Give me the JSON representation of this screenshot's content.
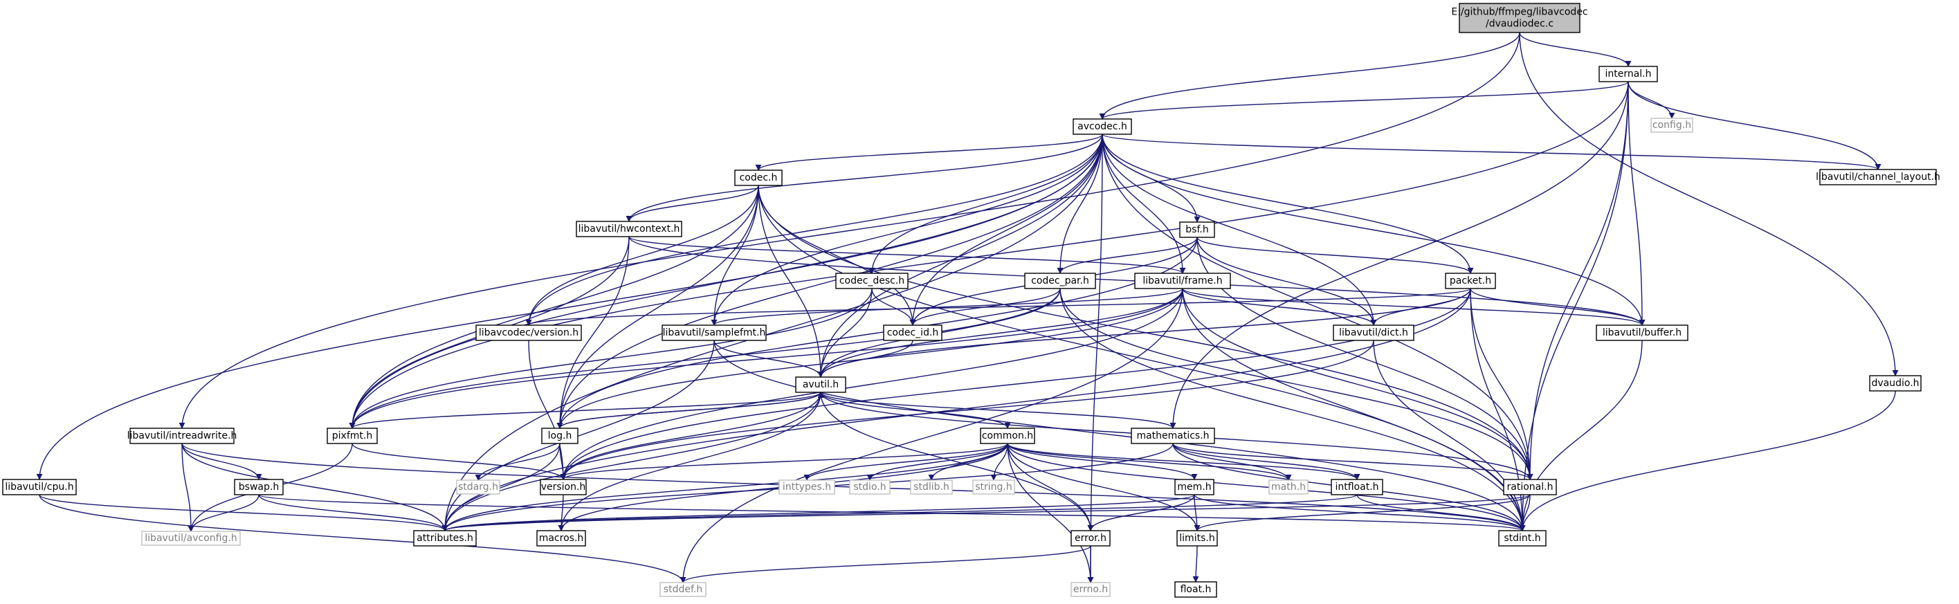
{
  "graph": {
    "type": "include-dependency-graph",
    "colors": {
      "edge": "#191970",
      "node_border": "#000000",
      "system_border": "#bfbfbf",
      "root_fill": "#bfbfbf",
      "system_text": "#7f7f7f"
    },
    "nodes": [
      {
        "id": "root",
        "label": "E:/github/ffmpeg/libavcodec\n/dvaudiodec.c",
        "kind": "root"
      },
      {
        "id": "internal",
        "label": "internal.h",
        "kind": "header"
      },
      {
        "id": "config",
        "label": "config.h",
        "kind": "system"
      },
      {
        "id": "avcodec",
        "label": "avcodec.h",
        "kind": "header"
      },
      {
        "id": "channel_layout",
        "label": "libavutil/channel_layout.h",
        "kind": "header"
      },
      {
        "id": "codec",
        "label": "codec.h",
        "kind": "header"
      },
      {
        "id": "hwcontext",
        "label": "libavutil/hwcontext.h",
        "kind": "header"
      },
      {
        "id": "bsf",
        "label": "bsf.h",
        "kind": "header"
      },
      {
        "id": "codec_desc",
        "label": "codec_desc.h",
        "kind": "header"
      },
      {
        "id": "codec_par",
        "label": "codec_par.h",
        "kind": "header"
      },
      {
        "id": "frame",
        "label": "libavutil/frame.h",
        "kind": "header"
      },
      {
        "id": "packet",
        "label": "packet.h",
        "kind": "header"
      },
      {
        "id": "lavc_version",
        "label": "libavcodec/version.h",
        "kind": "header"
      },
      {
        "id": "samplefmt",
        "label": "libavutil/samplefmt.h",
        "kind": "header"
      },
      {
        "id": "codec_id",
        "label": "codec_id.h",
        "kind": "header"
      },
      {
        "id": "dict",
        "label": "libavutil/dict.h",
        "kind": "header"
      },
      {
        "id": "buffer",
        "label": "libavutil/buffer.h",
        "kind": "header"
      },
      {
        "id": "dvaudio",
        "label": "dvaudio.h",
        "kind": "header"
      },
      {
        "id": "avutil",
        "label": "avutil.h",
        "kind": "header"
      },
      {
        "id": "intreadwrite",
        "label": "libavutil/intreadwrite.h",
        "kind": "header"
      },
      {
        "id": "pixfmt",
        "label": "pixfmt.h",
        "kind": "header"
      },
      {
        "id": "log",
        "label": "log.h",
        "kind": "header"
      },
      {
        "id": "common",
        "label": "common.h",
        "kind": "header"
      },
      {
        "id": "mathematics",
        "label": "mathematics.h",
        "kind": "header"
      },
      {
        "id": "cpu",
        "label": "libavutil/cpu.h",
        "kind": "header"
      },
      {
        "id": "bswap",
        "label": "bswap.h",
        "kind": "header"
      },
      {
        "id": "stdarg",
        "label": "stdarg.h",
        "kind": "system"
      },
      {
        "id": "version",
        "label": "version.h",
        "kind": "header"
      },
      {
        "id": "inttypes",
        "label": "inttypes.h",
        "kind": "system"
      },
      {
        "id": "stdio",
        "label": "stdio.h",
        "kind": "system"
      },
      {
        "id": "stdlib",
        "label": "stdlib.h",
        "kind": "system"
      },
      {
        "id": "string",
        "label": "string.h",
        "kind": "system"
      },
      {
        "id": "mem",
        "label": "mem.h",
        "kind": "header"
      },
      {
        "id": "math",
        "label": "math.h",
        "kind": "system"
      },
      {
        "id": "intfloat",
        "label": "intfloat.h",
        "kind": "header"
      },
      {
        "id": "rational",
        "label": "rational.h",
        "kind": "header"
      },
      {
        "id": "avconfig",
        "label": "libavutil/avconfig.h",
        "kind": "system"
      },
      {
        "id": "attributes",
        "label": "attributes.h",
        "kind": "header"
      },
      {
        "id": "macros",
        "label": "macros.h",
        "kind": "header"
      },
      {
        "id": "error",
        "label": "error.h",
        "kind": "header"
      },
      {
        "id": "limits",
        "label": "limits.h",
        "kind": "header"
      },
      {
        "id": "stdint",
        "label": "stdint.h",
        "kind": "header"
      },
      {
        "id": "stddef",
        "label": "stddef.h",
        "kind": "system"
      },
      {
        "id": "errno",
        "label": "errno.h",
        "kind": "system"
      },
      {
        "id": "float",
        "label": "float.h",
        "kind": "header"
      }
    ],
    "edges": [
      [
        "root",
        "internal"
      ],
      [
        "root",
        "avcodec"
      ],
      [
        "root",
        "dvaudio"
      ],
      [
        "root",
        "intreadwrite"
      ],
      [
        "internal",
        "config"
      ],
      [
        "internal",
        "avcodec"
      ],
      [
        "internal",
        "channel_layout"
      ],
      [
        "internal",
        "buffer"
      ],
      [
        "internal",
        "pixfmt"
      ],
      [
        "internal",
        "mathematics"
      ],
      [
        "internal",
        "stdint"
      ],
      [
        "internal",
        "rational"
      ],
      [
        "avcodec",
        "codec"
      ],
      [
        "avcodec",
        "hwcontext"
      ],
      [
        "avcodec",
        "bsf"
      ],
      [
        "avcodec",
        "codec_desc"
      ],
      [
        "avcodec",
        "codec_par"
      ],
      [
        "avcodec",
        "frame"
      ],
      [
        "avcodec",
        "packet"
      ],
      [
        "avcodec",
        "lavc_version"
      ],
      [
        "avcodec",
        "samplefmt"
      ],
      [
        "avcodec",
        "codec_id"
      ],
      [
        "avcodec",
        "dict"
      ],
      [
        "avcodec",
        "buffer"
      ],
      [
        "avcodec",
        "avutil"
      ],
      [
        "avcodec",
        "channel_layout"
      ],
      [
        "avcodec",
        "pixfmt"
      ],
      [
        "avcodec",
        "log"
      ],
      [
        "avcodec",
        "cpu"
      ],
      [
        "avcodec",
        "attributes"
      ],
      [
        "avcodec",
        "rational"
      ],
      [
        "avcodec",
        "errno"
      ],
      [
        "codec",
        "hwcontext"
      ],
      [
        "codec",
        "samplefmt"
      ],
      [
        "codec",
        "codec_id"
      ],
      [
        "codec",
        "avutil"
      ],
      [
        "codec",
        "lavc_version"
      ],
      [
        "codec",
        "pixfmt"
      ],
      [
        "codec",
        "log"
      ],
      [
        "codec",
        "rational"
      ],
      [
        "codec",
        "stdint"
      ],
      [
        "hwcontext",
        "frame"
      ],
      [
        "hwcontext",
        "buffer"
      ],
      [
        "hwcontext",
        "pixfmt"
      ],
      [
        "hwcontext",
        "log"
      ],
      [
        "bsf",
        "codec_par"
      ],
      [
        "bsf",
        "packet"
      ],
      [
        "bsf",
        "dict"
      ],
      [
        "bsf",
        "codec_id"
      ],
      [
        "bsf",
        "log"
      ],
      [
        "bsf",
        "rational"
      ],
      [
        "codec_desc",
        "codec_id"
      ],
      [
        "codec_desc",
        "avutil"
      ],
      [
        "codec_desc",
        "pixfmt"
      ],
      [
        "codec_par",
        "codec_id"
      ],
      [
        "codec_par",
        "avutil"
      ],
      [
        "codec_par",
        "pixfmt"
      ],
      [
        "codec_par",
        "rational"
      ],
      [
        "codec_par",
        "stdint"
      ],
      [
        "frame",
        "avutil"
      ],
      [
        "frame",
        "buffer"
      ],
      [
        "frame",
        "dict"
      ],
      [
        "frame",
        "samplefmt"
      ],
      [
        "frame",
        "pixfmt"
      ],
      [
        "frame",
        "rational"
      ],
      [
        "frame",
        "stdint"
      ],
      [
        "frame",
        "version"
      ],
      [
        "frame",
        "stddef"
      ],
      [
        "frame",
        "log"
      ],
      [
        "packet",
        "dict"
      ],
      [
        "packet",
        "buffer"
      ],
      [
        "packet",
        "lavc_version"
      ],
      [
        "packet",
        "avutil"
      ],
      [
        "packet",
        "rational"
      ],
      [
        "packet",
        "stdint"
      ],
      [
        "packet",
        "attributes"
      ],
      [
        "packet",
        "version"
      ],
      [
        "lavc_version",
        "version"
      ],
      [
        "samplefmt",
        "avutil"
      ],
      [
        "samplefmt",
        "attributes"
      ],
      [
        "samplefmt",
        "stdint"
      ],
      [
        "codec_id",
        "avutil"
      ],
      [
        "dict",
        "stdint"
      ],
      [
        "dict",
        "version"
      ],
      [
        "buffer",
        "stdint"
      ],
      [
        "dvaudio",
        "stdint"
      ],
      [
        "avutil",
        "common"
      ],
      [
        "avutil",
        "error"
      ],
      [
        "avutil",
        "version"
      ],
      [
        "avutil",
        "mathematics"
      ],
      [
        "avutil",
        "rational"
      ],
      [
        "avutil",
        "log"
      ],
      [
        "avutil",
        "pixfmt"
      ],
      [
        "avutil",
        "macros"
      ],
      [
        "avutil",
        "attributes"
      ],
      [
        "intreadwrite",
        "bswap"
      ],
      [
        "intreadwrite",
        "avconfig"
      ],
      [
        "intreadwrite",
        "attributes"
      ],
      [
        "intreadwrite",
        "stdint"
      ],
      [
        "pixfmt",
        "version"
      ],
      [
        "pixfmt",
        "avconfig"
      ],
      [
        "log",
        "avutil"
      ],
      [
        "log",
        "version"
      ],
      [
        "log",
        "stdarg"
      ],
      [
        "log",
        "attributes"
      ],
      [
        "common",
        "inttypes"
      ],
      [
        "common",
        "stdio"
      ],
      [
        "common",
        "stdlib"
      ],
      [
        "common",
        "string"
      ],
      [
        "common",
        "mem"
      ],
      [
        "common",
        "version"
      ],
      [
        "common",
        "attributes"
      ],
      [
        "common",
        "macros"
      ],
      [
        "common",
        "error"
      ],
      [
        "common",
        "errno"
      ],
      [
        "common",
        "limits"
      ],
      [
        "common",
        "math"
      ],
      [
        "common",
        "stdint"
      ],
      [
        "common",
        "intfloat"
      ],
      [
        "mathematics",
        "math"
      ],
      [
        "mathematics",
        "attributes"
      ],
      [
        "mathematics",
        "rational"
      ],
      [
        "mathematics",
        "intfloat"
      ],
      [
        "mathematics",
        "stdint"
      ],
      [
        "cpu",
        "attributes"
      ],
      [
        "cpu",
        "stddef"
      ],
      [
        "bswap",
        "avconfig"
      ],
      [
        "bswap",
        "attributes"
      ],
      [
        "bswap",
        "stdint"
      ],
      [
        "version",
        "macros"
      ],
      [
        "mem",
        "attributes"
      ],
      [
        "mem",
        "error"
      ],
      [
        "mem",
        "limits"
      ],
      [
        "mem",
        "stdint"
      ],
      [
        "intfloat",
        "attributes"
      ],
      [
        "intfloat",
        "stdint"
      ],
      [
        "rational",
        "attributes"
      ],
      [
        "rational",
        "limits"
      ],
      [
        "rational",
        "stdint"
      ],
      [
        "error",
        "errno"
      ],
      [
        "error",
        "stddef"
      ],
      [
        "limits",
        "float"
      ]
    ]
  }
}
